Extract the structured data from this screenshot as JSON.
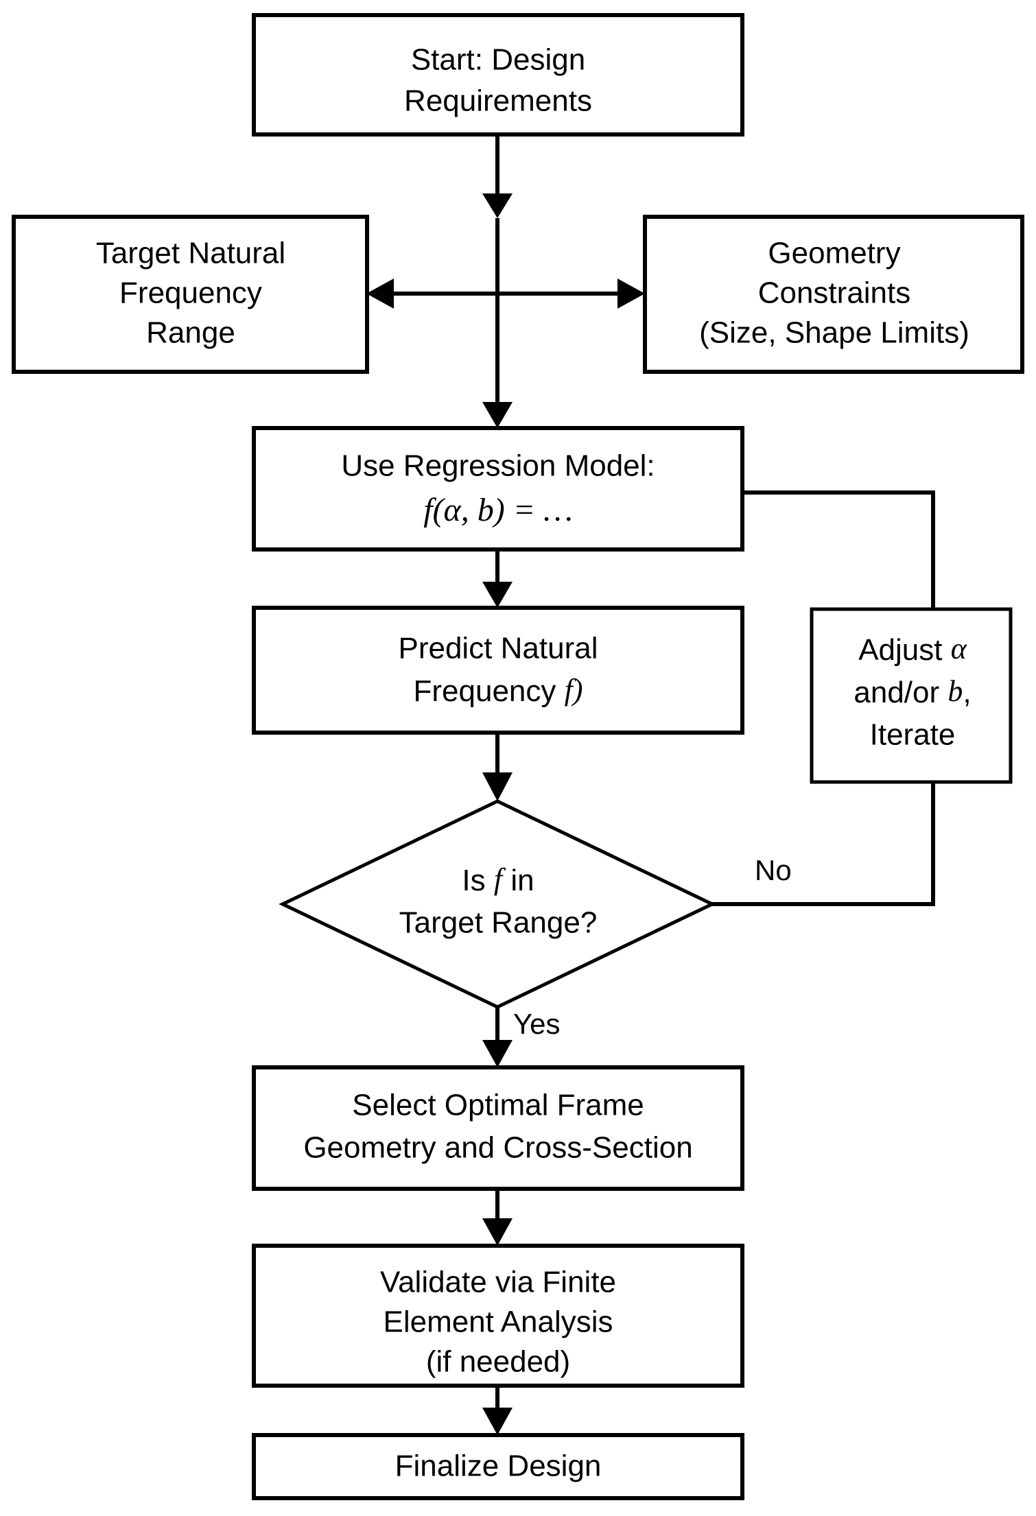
{
  "diagram": {
    "type": "flowchart",
    "title": "Design workflow for frame natural frequency optimization",
    "background_color": "#ffffff",
    "stroke_color": "#000000",
    "fill_color": "#ffffff",
    "nodes": [
      {
        "id": "start",
        "shape": "rectangle",
        "lines": [
          "Start: Design",
          "Requirements"
        ]
      },
      {
        "id": "target-frequency",
        "shape": "rectangle",
        "lines": [
          "Target Natural",
          "Frequency",
          "Range"
        ]
      },
      {
        "id": "geometry-constraints",
        "shape": "rectangle",
        "lines": [
          "Geometry",
          "Constraints",
          "(Size, Shape Limits)"
        ]
      },
      {
        "id": "regression-model",
        "shape": "rectangle",
        "lines": [
          "Use Regression Model:"
        ],
        "formula": "f(α, b) = …"
      },
      {
        "id": "predict-frequency",
        "shape": "rectangle",
        "lines": [
          "Predict Natural",
          "Frequency f)"
        ]
      },
      {
        "id": "adjust-iterate",
        "shape": "rectangle",
        "lines": [
          "Adjust α",
          "and/or b,",
          "Iterate"
        ]
      },
      {
        "id": "decision-in-range",
        "shape": "diamond",
        "lines": [
          "Is f in",
          "Target Range?"
        ]
      },
      {
        "id": "select-geometry",
        "shape": "rectangle",
        "lines": [
          "Select Optimal Frame",
          "Geometry and Cross-Section"
        ]
      },
      {
        "id": "validate-fea",
        "shape": "rectangle",
        "lines": [
          "Validate via Finite",
          "Element Analysis",
          "(if needed)"
        ]
      },
      {
        "id": "finalize",
        "shape": "rectangle",
        "lines": [
          "Finalize Design"
        ]
      }
    ],
    "edge_labels": {
      "no": "No",
      "yes": "Yes"
    },
    "text": {
      "start_line1": "Start: Design",
      "start_line2": "Requirements",
      "target_line1": "Target Natural",
      "target_line2": "Frequency",
      "target_line3": "Range",
      "geom_line1": "Geometry",
      "geom_line2": "Constraints",
      "geom_line3": "(Size, Shape Limits)",
      "regression_line1": "Use Regression Model:",
      "regression_f": "f",
      "regression_paren_open": "(",
      "regression_alpha": "α",
      "regression_comma": ", ",
      "regression_b": "b",
      "regression_rest": ") = …",
      "predict_line1": "Predict Natural",
      "predict_line2_a": "Frequency ",
      "predict_line2_f": "f",
      "predict_line2_b": ")",
      "adjust_line1_a": "Adjust ",
      "adjust_line1_alpha": "α",
      "adjust_line2_a": "and/or ",
      "adjust_line2_b": "b",
      "adjust_line2_c": ",",
      "adjust_line3": "Iterate",
      "decision_line1_a": "Is ",
      "decision_line1_f": "f",
      "decision_line1_b": " in",
      "decision_line2": "Target Range?",
      "select_line1": "Select Optimal Frame",
      "select_line2": "Geometry and Cross-Section",
      "validate_line1": "Validate via Finite",
      "validate_line2": "Element Analysis",
      "validate_line3": "(if needed)",
      "finalize_line1": "Finalize Design",
      "label_no": "No",
      "label_yes": "Yes"
    }
  }
}
